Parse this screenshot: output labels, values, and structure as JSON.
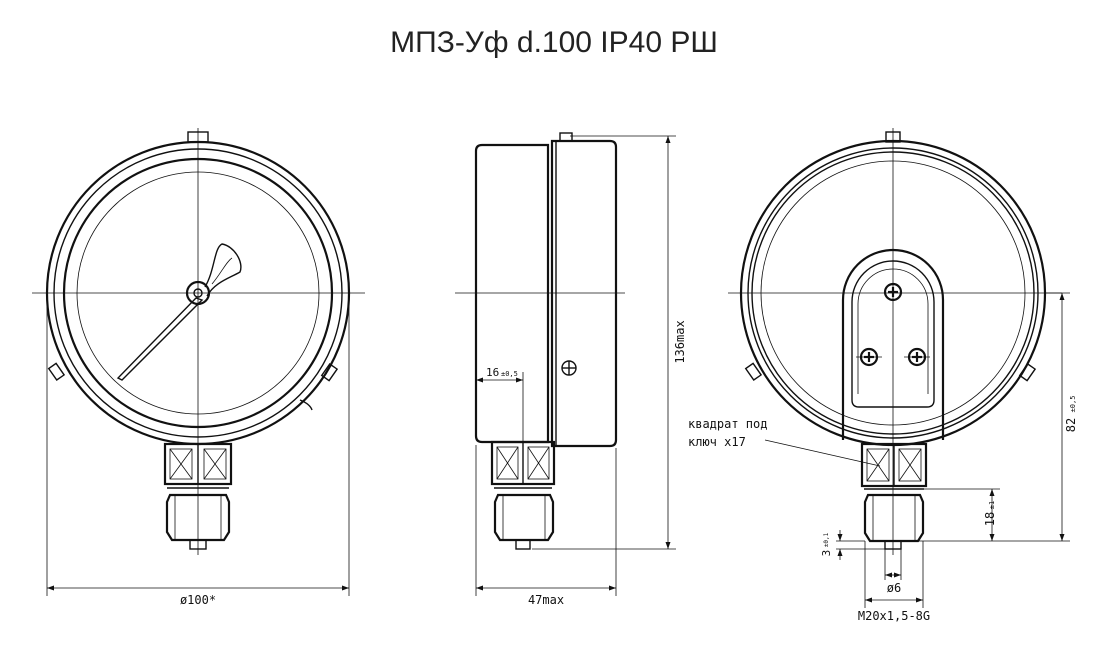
{
  "title": "МПЗ-Уф d.100 IP40 РШ",
  "dimensions": {
    "diameter": "ø100*",
    "depth": "47max",
    "height": "136max",
    "offset_16": "16",
    "offset_16_tol": "±0,5",
    "center_82": "82",
    "center_82_tol": "±0,5",
    "thread_len": "18",
    "thread_len_tol": "±1",
    "tip_3": "3",
    "tip_3_tol": "±0,1",
    "bore": "ø6",
    "thread": "M20x1,5-8G"
  },
  "labels": {
    "wrench_line1": "квадрат под",
    "wrench_line2": "ключ x17"
  },
  "colors": {
    "line": "#111111",
    "background": "#ffffff"
  }
}
